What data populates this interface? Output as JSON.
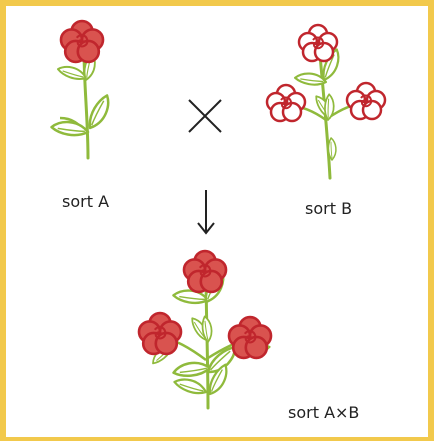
{
  "labels": {
    "sort_a": "sort A",
    "sort_b": "sort B",
    "sort_ab": "sort A×B"
  },
  "symbols": {
    "cross": "×",
    "arrow": "↓"
  },
  "colors": {
    "frame": "#f2c94c",
    "stem": "#8fba3c",
    "flower_fill": "#d9534f",
    "flower_outline": "#c0262d",
    "flower_light_fill": "#ffffff"
  }
}
